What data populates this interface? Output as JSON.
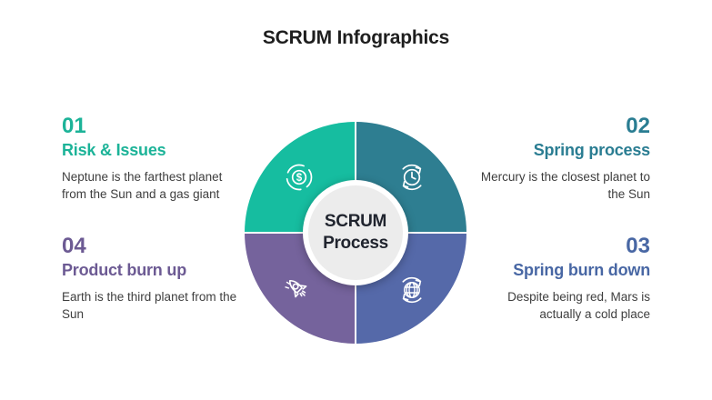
{
  "title": "SCRUM Infographics",
  "wheel": {
    "center": {
      "line1": "SCRUM",
      "line2": "Process"
    },
    "quadrants": [
      {
        "position": "top-left",
        "color": "#16bda0",
        "icon": "money-cycle-icon"
      },
      {
        "position": "top-right",
        "color": "#2e7e91",
        "icon": "clock-cycle-icon"
      },
      {
        "position": "bottom-right",
        "color": "#5569a9",
        "icon": "globe-cycle-icon"
      },
      {
        "position": "bottom-left",
        "color": "#75639c",
        "icon": "rocket-icon"
      }
    ]
  },
  "items": [
    {
      "number": "01",
      "heading": "Risk & Issues",
      "body": "Neptune is the farthest planet from the Sun and a gas giant",
      "color": "#1cb398"
    },
    {
      "number": "02",
      "heading": "Spring process",
      "body": "Mercury is the closest planet to the Sun",
      "color": "#2a7d92"
    },
    {
      "number": "03",
      "heading": "Spring burn down",
      "body": "Despite being red, Mars is actually a cold place",
      "color": "#4867a4"
    },
    {
      "number": "04",
      "heading": "Product burn up",
      "body": "Earth is the third planet from the Sun",
      "color": "#6c5a93"
    }
  ]
}
